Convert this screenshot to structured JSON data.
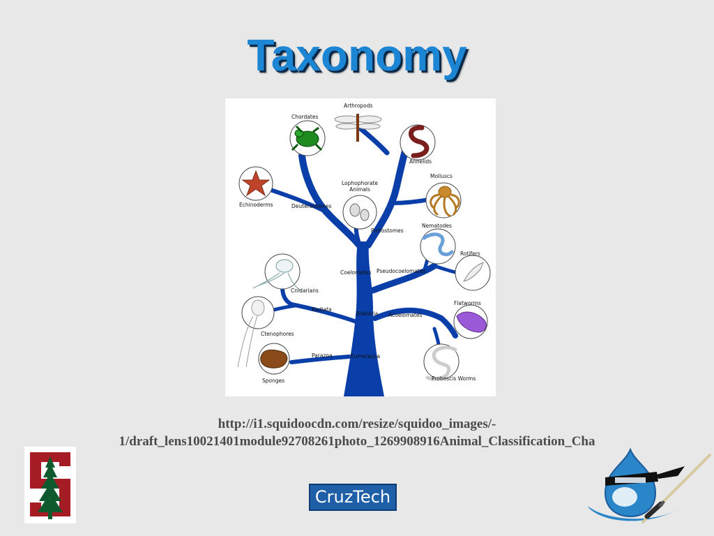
{
  "slide": {
    "title": "Taxonomy",
    "source_line_1": "http://i1.squidoocdn.com/resize/squidoo_images/-",
    "source_line_2": "1/draft_lens10021401module92708261photo_1269908916Animal_Classification_Cha"
  },
  "diagram": {
    "labels": {
      "arthropods": "Arthropods",
      "chordates": "Chordates",
      "annelids": "Annelids",
      "echinoderms": "Echinoderms",
      "deuterostomes": "Deuterostomes",
      "lophophorate_1": "Lophophorate",
      "lophophorate_2": "Animals",
      "molluscs": "Molluscs",
      "protostomes": "Protostomes",
      "nematodes": "Nematodes",
      "rotifers": "Rotifers",
      "coelomates": "Coelomates",
      "pseudocoelomates": "Pseudocoelomates",
      "cnidarians": "Cnidarians",
      "radiata": "Radiata",
      "bilateria": "Bilateria",
      "acoelomates": "Acoelomates",
      "flatworms": "Flatworms",
      "ctenophores": "Ctenophores",
      "parazoa": "Parazoa",
      "eumetazoa": "Eumetazoa",
      "sponges": "Sponges",
      "proboscis_worms": "Proboscis Worms"
    }
  },
  "logos": {
    "cruztech": "CruzTech"
  },
  "colors": {
    "title": "#1d86d4",
    "tree": "#0a3ea8",
    "background": "#e8e8e9",
    "stanford_red": "#a51c24",
    "drupal_blue": "#2a86c8"
  }
}
